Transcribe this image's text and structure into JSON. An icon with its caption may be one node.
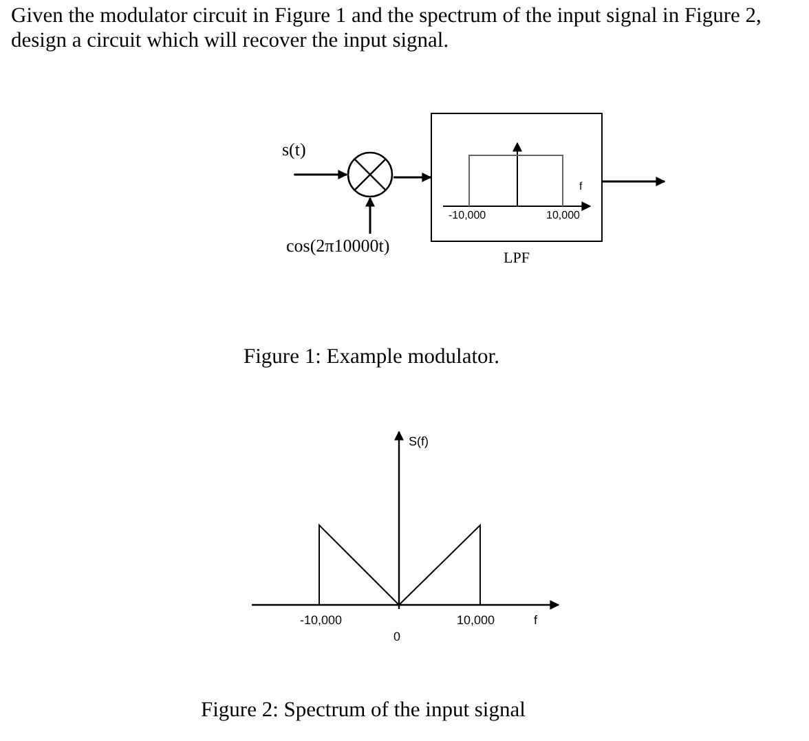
{
  "diagram": {
    "nodes": [
      {
        "text": [
          "s(t)"
        ]
      },
      {
        "text": [],
        "shape": "circle"
      },
      {
        "text": [
          "cos(2π10000t)"
        ]
      },
      {
        "text": [
          "LPF"
        ]
      }
    ],
    "edges": [
      {
        "from": 0,
        "to": 1,
        "arrow": "to"
      },
      {
        "from": 2,
        "to": 1,
        "arrow": "to"
      },
      {
        "from": 1,
        "to": 3,
        "arrow": "to"
      },
      {
        "from": 3,
        "to": null,
        "arrow": "to"
      }
    ],
    "labels": [
      "Given the modulator circuit in Figure 1 and the spectrum of the input signal in Figure 2, design a circuit which will recover the input signal.",
      "f",
      "-10,000",
      "10,000",
      "Figure 1: Example modulator.",
      "S(f)",
      "-10,000",
      "10,000",
      "f",
      "0",
      "Figure 2: Spectrum of the input signal"
    ]
  }
}
